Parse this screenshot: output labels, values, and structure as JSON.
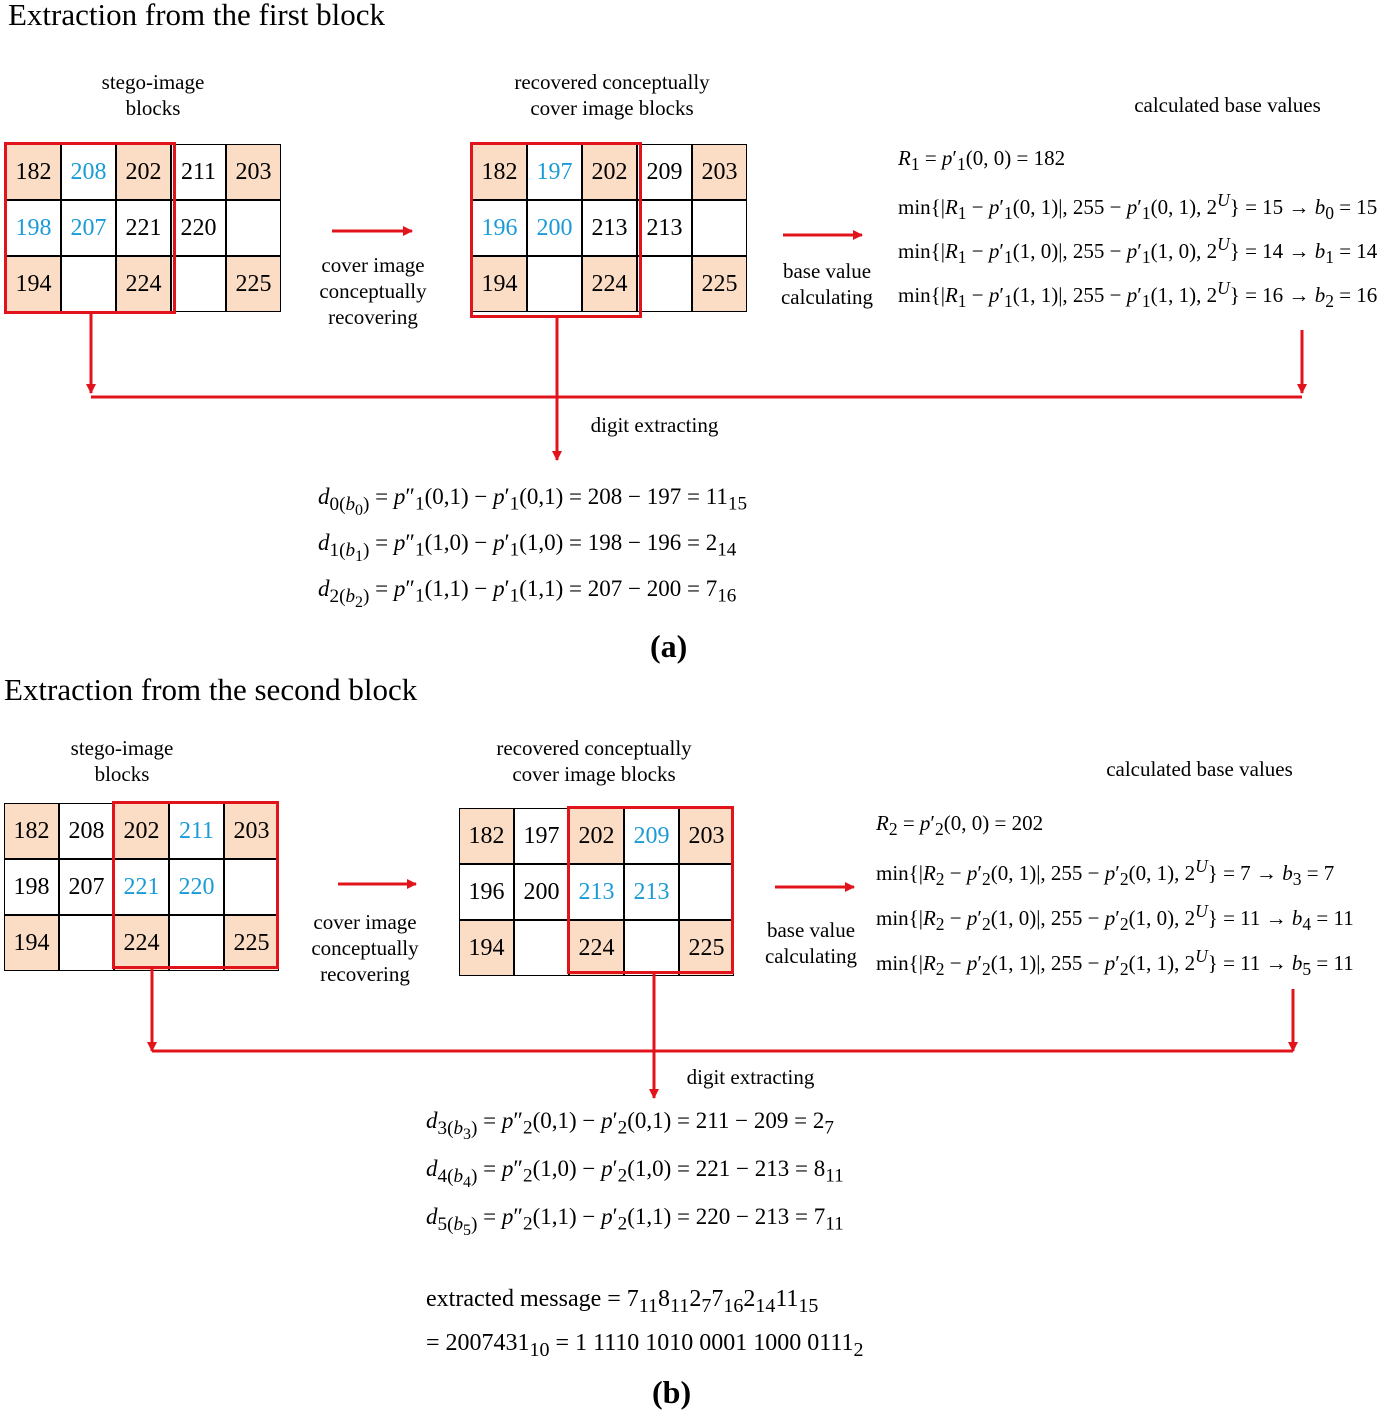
{
  "panel_a": {
    "title": "Extraction from the first block",
    "stego_label": [
      "stego-image",
      "blocks"
    ],
    "recovered_label": [
      "recovered conceptually",
      "cover image blocks"
    ],
    "base_label": "calculated base values",
    "step1_label": [
      "cover image",
      "conceptually",
      "recovering"
    ],
    "step2_label": [
      "base value",
      "calculating"
    ],
    "digit_label": "digit extracting",
    "stego_grid": [
      [
        {
          "v": "182",
          "s": true
        },
        {
          "v": "208",
          "b": true
        },
        {
          "v": "202",
          "s": true
        },
        {
          "v": "211"
        },
        {
          "v": "203",
          "s": true
        }
      ],
      [
        {
          "v": "198",
          "b": true
        },
        {
          "v": "207",
          "b": true
        },
        {
          "v": "221"
        },
        {
          "v": "220"
        },
        {
          "v": ""
        }
      ],
      [
        {
          "v": "194",
          "s": true
        },
        {
          "v": ""
        },
        {
          "v": "224",
          "s": true
        },
        {
          "v": ""
        },
        {
          "v": "225",
          "s": true
        }
      ]
    ],
    "recovered_grid": [
      [
        {
          "v": "182",
          "s": true
        },
        {
          "v": "197",
          "b": true
        },
        {
          "v": "202",
          "s": true
        },
        {
          "v": "209"
        },
        {
          "v": "203",
          "s": true
        }
      ],
      [
        {
          "v": "196",
          "b": true
        },
        {
          "v": "200",
          "b": true
        },
        {
          "v": "213"
        },
        {
          "v": "213"
        },
        {
          "v": ""
        }
      ],
      [
        {
          "v": "194",
          "s": true
        },
        {
          "v": ""
        },
        {
          "v": "224",
          "s": true
        },
        {
          "v": ""
        },
        {
          "v": "225",
          "s": true
        }
      ]
    ],
    "base_equations": [
      {
        "html": "<i>R</i><sub>1</sub> = <i>p</i>′<sub>1</sub>(0, 0) = 182"
      },
      {
        "html": "min{|<i>R</i><sub>1</sub> − <i>p</i>′<sub>1</sub>(0, 1)|, 255 − <i>p</i>′<sub>1</sub>(0, 1), 2<sup><i>U</i></sup>} = 15 → <i>b</i><sub>0</sub> = 15"
      },
      {
        "html": "min{|<i>R</i><sub>1</sub> − <i>p</i>′<sub>1</sub>(1, 0)|, 255 − <i>p</i>′<sub>1</sub>(1, 0), 2<sup><i>U</i></sup>} = 14 → <i>b</i><sub>1</sub> = 14"
      },
      {
        "html": "min{|<i>R</i><sub>1</sub> − <i>p</i>′<sub>1</sub>(1, 1)|, 255 − <i>p</i>′<sub>1</sub>(1, 1), 2<sup><i>U</i></sup>} = 16 → <i>b</i><sub>2</sub> = 16"
      }
    ],
    "digit_equations": [
      {
        "html": "<i>d</i><sub>0(<i>b</i><sub>0</sub>)</sub> = <i>p</i>″<sub>1</sub>(0,1) − <i>p</i>′<sub>1</sub>(0,1) = 208 − 197 = 11<sub>15</sub>"
      },
      {
        "html": "<i>d</i><sub>1(<i>b</i><sub>1</sub>)</sub> = <i>p</i>″<sub>1</sub>(1,0) − <i>p</i>′<sub>1</sub>(1,0) = 198 − 196 = 2<sub>14</sub>"
      },
      {
        "html": "<i>d</i><sub>2(<i>b</i><sub>2</sub>)</sub> = <i>p</i>″<sub>1</sub>(1,1) − <i>p</i>′<sub>1</sub>(1,1) = 207 − 200 = 7<sub>16</sub>"
      }
    ],
    "caption": "(a)"
  },
  "panel_b": {
    "title": "Extraction from the second block",
    "stego_label": [
      "stego-image",
      "blocks"
    ],
    "recovered_label": [
      "recovered conceptually",
      "cover image blocks"
    ],
    "base_label": "calculated base values",
    "step1_label": [
      "cover image",
      "conceptually",
      "recovering"
    ],
    "step2_label": [
      "base value",
      "calculating"
    ],
    "digit_label": "digit extracting",
    "stego_grid": [
      [
        {
          "v": "182",
          "s": true
        },
        {
          "v": "208"
        },
        {
          "v": "202",
          "s": true
        },
        {
          "v": "211",
          "b": true
        },
        {
          "v": "203",
          "s": true
        }
      ],
      [
        {
          "v": "198"
        },
        {
          "v": "207"
        },
        {
          "v": "221",
          "b": true
        },
        {
          "v": "220",
          "b": true
        },
        {
          "v": ""
        }
      ],
      [
        {
          "v": "194",
          "s": true
        },
        {
          "v": ""
        },
        {
          "v": "224",
          "s": true
        },
        {
          "v": ""
        },
        {
          "v": "225",
          "s": true
        }
      ]
    ],
    "recovered_grid": [
      [
        {
          "v": "182",
          "s": true
        },
        {
          "v": "197"
        },
        {
          "v": "202",
          "s": true
        },
        {
          "v": "209",
          "b": true
        },
        {
          "v": "203",
          "s": true
        }
      ],
      [
        {
          "v": "196"
        },
        {
          "v": "200"
        },
        {
          "v": "213",
          "b": true
        },
        {
          "v": "213",
          "b": true
        },
        {
          "v": ""
        }
      ],
      [
        {
          "v": "194",
          "s": true
        },
        {
          "v": ""
        },
        {
          "v": "224",
          "s": true
        },
        {
          "v": ""
        },
        {
          "v": "225",
          "s": true
        }
      ]
    ],
    "base_equations": [
      {
        "html": "<i>R</i><sub>2</sub> = <i>p</i>′<sub>2</sub>(0, 0) = 202"
      },
      {
        "html": "min{|<i>R</i><sub>2</sub> − <i>p</i>′<sub>2</sub>(0, 1)|, 255 − <i>p</i>′<sub>2</sub>(0, 1), 2<sup><i>U</i></sup>} = 7 → <i>b</i><sub>3</sub> = 7"
      },
      {
        "html": "min{|<i>R</i><sub>2</sub> − <i>p</i>′<sub>2</sub>(1, 0)|, 255 − <i>p</i>′<sub>2</sub>(1, 0), 2<sup><i>U</i></sup>} = 11 → <i>b</i><sub>4</sub> = 11"
      },
      {
        "html": "min{|<i>R</i><sub>2</sub> − <i>p</i>′<sub>2</sub>(1, 1)|, 255 − <i>p</i>′<sub>2</sub>(1, 1), 2<sup><i>U</i></sup>} = 11 → <i>b</i><sub>5</sub> = 11"
      }
    ],
    "digit_equations": [
      {
        "html": "<i>d</i><sub>3(<i>b</i><sub>3</sub>)</sub> = <i>p</i>″<sub>2</sub>(0,1) − <i>p</i>′<sub>2</sub>(0,1) = 211 − 209 = 2<sub>7</sub>"
      },
      {
        "html": "<i>d</i><sub>4(<i>b</i><sub>4</sub>)</sub> = <i>p</i>″<sub>2</sub>(1,0) − <i>p</i>′<sub>2</sub>(1,0) = 221 − 213 = 8<sub>11</sub>"
      },
      {
        "html": "<i>d</i><sub>5(<i>b</i><sub>5</sub>)</sub> = <i>p</i>″<sub>2</sub>(1,1) − <i>p</i>′<sub>2</sub>(1,1) = 220 − 213 = 7<sub>11</sub>"
      }
    ],
    "message_lines": [
      {
        "html": "extracted message = 7<sub>11</sub>8<sub>11</sub>2<sub>7</sub>7<sub>16</sub>2<sub>14</sub>11<sub>15</sub>"
      },
      {
        "html": "= 2007431<sub>10</sub> = 1 1110 1010 0001 1000 0111<sub>2</sub>"
      }
    ],
    "caption": "(b)"
  },
  "colors": {
    "arrow": "#e2141b",
    "highlight": "#e2141b",
    "shaded": "#fbdcc4",
    "blue_text": "#1a9bd7"
  }
}
